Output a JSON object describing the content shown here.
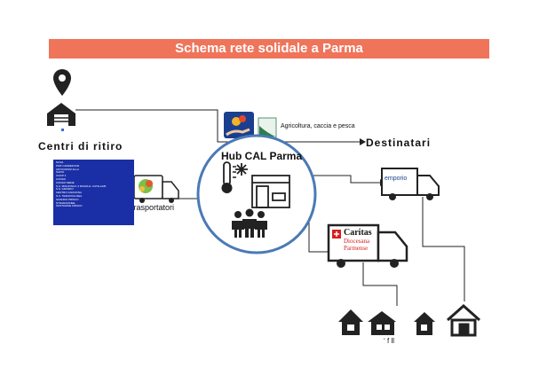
{
  "title": "Schema rete solidale a Parma",
  "labels": {
    "centri": "Centri di ritiro",
    "destinatari": "Destinatari",
    "hub": "Hub CAL Parma",
    "trasportatori": "trasportatori",
    "agricoltura": "Agricoltura, caccia e pesca",
    "emporio": "emporio",
    "caritas_line1": "Caritas",
    "caritas_line2": "Diocesana",
    "caritas_line3": "Parmense",
    "bottom_partial": "ʻ f    ll"
  },
  "centri_list": [
    "NOVA",
    "PIZZ CARREFOUR",
    "ANTICOPIZZ ALLA",
    "SAPIO",
    "COOP 4",
    "CONAD",
    "CONAD SIEDE",
    "S.C. MIGNONCO 4 RIASIA E. CATE-ALBI",
    "S.S. GRANDO",
    "CENTRO GNONONA",
    "S.C. TESNOCIA AIEA",
    "GRANDO PRISCO",
    "STRADAIONEE",
    "SOSTAIONE FRISCO"
  ],
  "colors": {
    "banner": "#f0745a",
    "hub_circle": "#4a7ab5",
    "list_bg": "#1a2fa6",
    "caritas_red": "#d81e1e",
    "line": "#222222"
  },
  "icons": [
    "location-pin-icon",
    "warehouse-icon",
    "truck-icon",
    "thermometer-icon",
    "snowflake-icon",
    "storefront-icon",
    "people-icon",
    "house-icon",
    "hand-icon",
    "leaf-icon"
  ]
}
